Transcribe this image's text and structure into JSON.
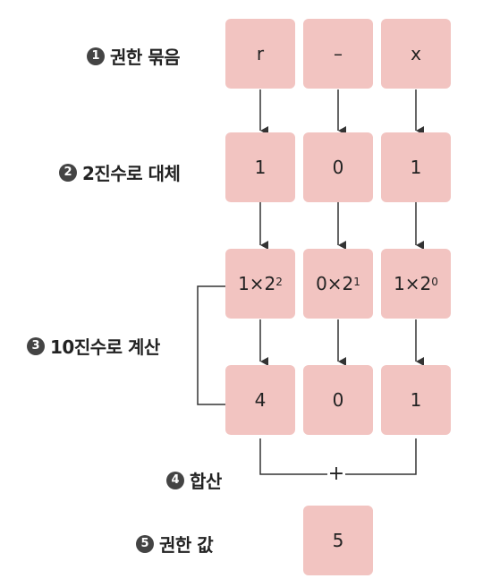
{
  "labels": {
    "step1": {
      "num": "1",
      "text": "권한 묶음"
    },
    "step2": {
      "num": "2",
      "text": "2진수로 대체"
    },
    "step3": {
      "num": "3",
      "text": "10진수로 계산"
    },
    "step4": {
      "num": "4",
      "text": "합산"
    },
    "step5": {
      "num": "5",
      "text": "권한 값"
    }
  },
  "row1": [
    "r",
    "–",
    "x"
  ],
  "row2": [
    "1",
    "0",
    "1"
  ],
  "row3": [
    {
      "base": "1×2",
      "exp": "2"
    },
    {
      "base": "0×2",
      "exp": "1"
    },
    {
      "base": "1×2",
      "exp": "0"
    }
  ],
  "row4": [
    "4",
    "0",
    "1"
  ],
  "sum_symbol": "+",
  "result": "5",
  "colors": {
    "box": "#f2c4c1",
    "line": "#333333",
    "badge": "#444444"
  }
}
